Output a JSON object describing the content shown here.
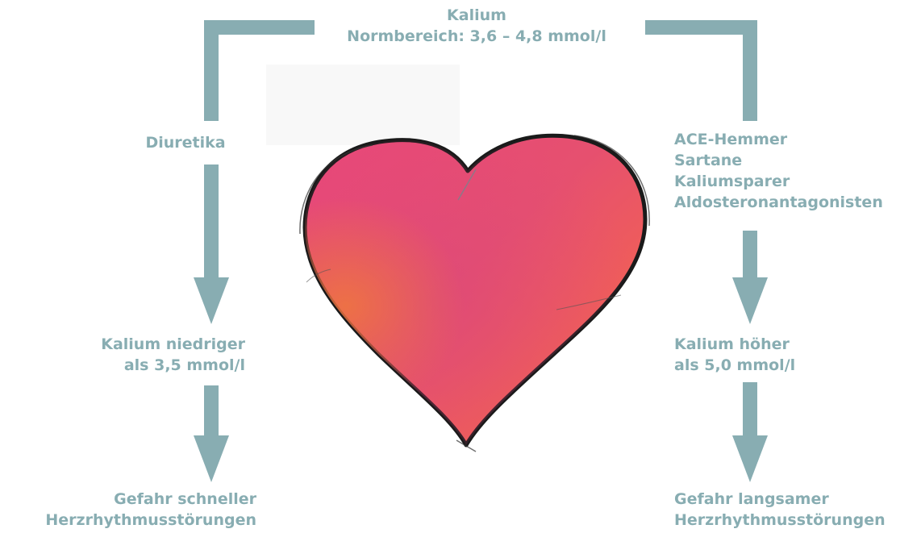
{
  "colors": {
    "teal": "#88adb2",
    "heart_pink": "#e8477a",
    "heart_orange": "#f06a4a",
    "outline": "#1a1a1a"
  },
  "title": {
    "line1": "Kalium",
    "line2": "Normbereich: 3,6 – 4,8 mmol/l"
  },
  "left": {
    "cause": "Diuretika",
    "effect_line1": "Kalium niedriger",
    "effect_line2": "als 3,5 mmol/l",
    "risk_line1": "Gefahr schneller",
    "risk_line2": "Herzrhythmusstörungen"
  },
  "right": {
    "causes": [
      "ACE-Hemmer",
      "Sartane",
      "Kaliumsparer",
      "Aldosteronantagonisten"
    ],
    "effect_line1": "Kalium höher",
    "effect_line2": "als 5,0 mmol/l",
    "risk_line1": "Gefahr langsamer",
    "risk_line2": "Herzrhythmusstörungen"
  },
  "illustration": {
    "icon": "heart-icon"
  }
}
